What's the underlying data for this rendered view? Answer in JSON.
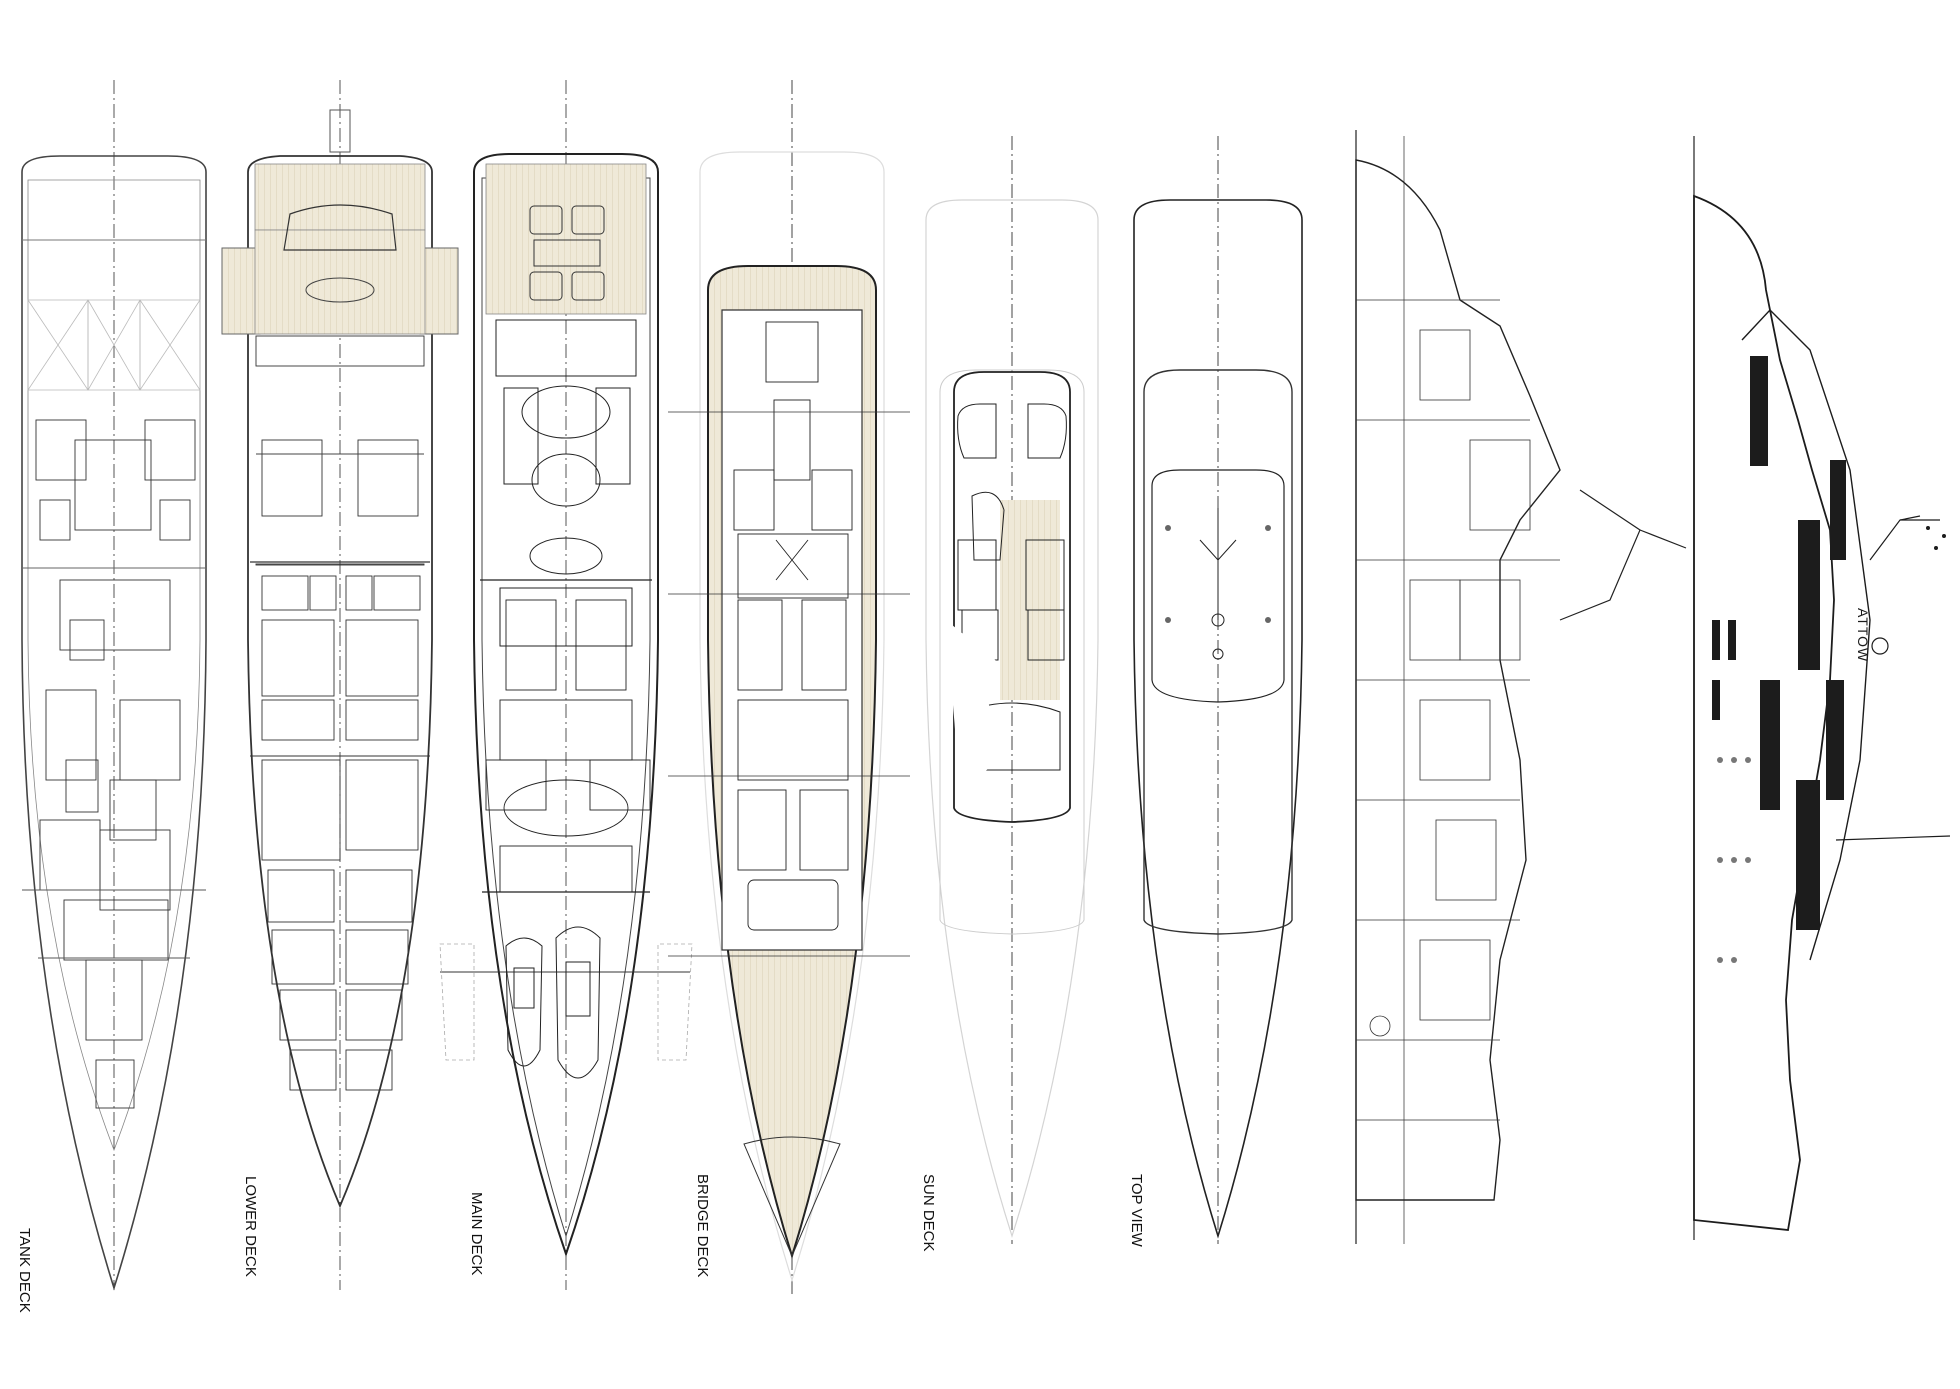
{
  "colors": {
    "line": "#2a2a2a",
    "faint": "#c9c9c9",
    "deck_fill": "#efe9d8",
    "hull_dark": "#1c1c1c"
  },
  "drawing": {
    "deck_labels": [
      "TANK DECK",
      "LOWER DECK",
      "MAIN DECK",
      "BRIDGE DECK",
      "SUN DECK",
      "TOP VIEW"
    ],
    "hull_lettering": "ATTOW"
  }
}
